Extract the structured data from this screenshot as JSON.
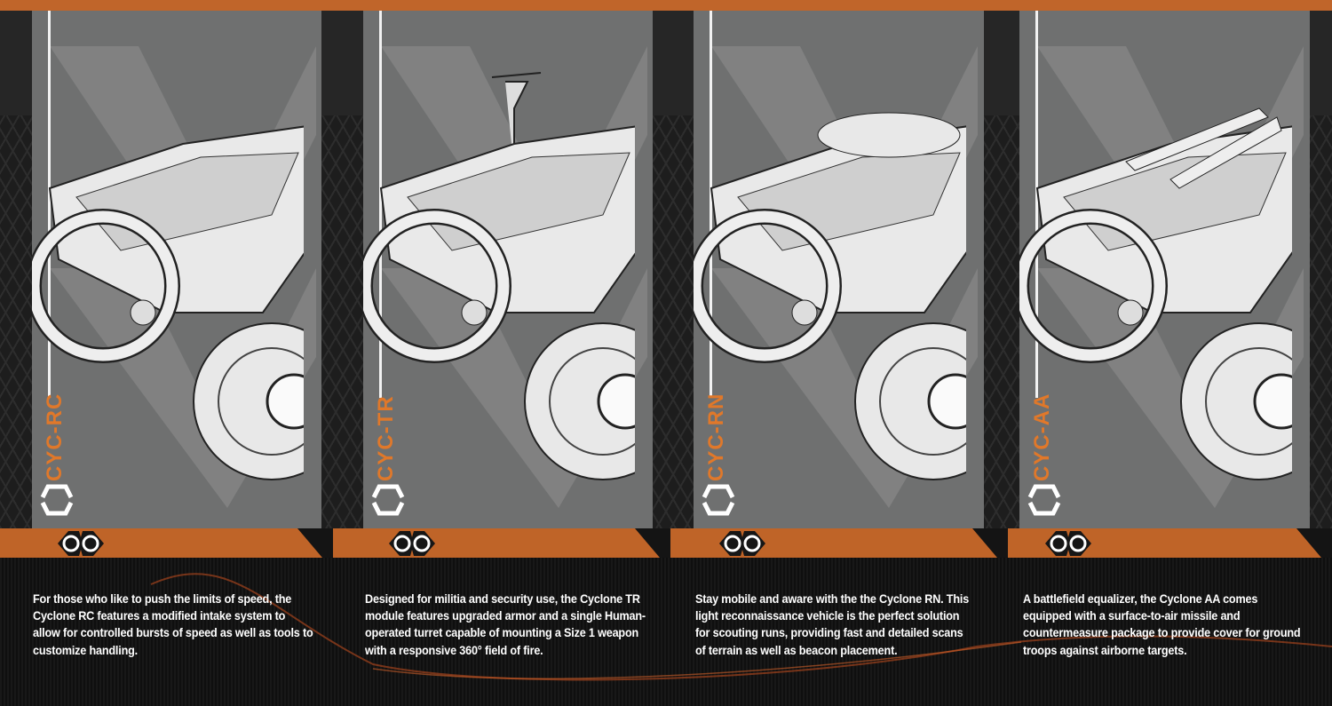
{
  "variants": [
    {
      "code": "CYC-RC",
      "description": "For those who like to push the limits of speed, the Cyclone RC features a modified intake system to allow for controlled bursts of speed as well as tools to customize handling."
    },
    {
      "code": "CYC-TR",
      "description": "Designed for militia and security use, the Cyclone TR module features upgraded armor and a single Human-operated turret capable of mounting a Size 1 weapon with a responsive 360° field of fire."
    },
    {
      "code": "CYC-RN",
      "description": "Stay mobile and aware with the the Cyclone RN. This light reconnaissance vehicle is the perfect solution for scouting runs, providing fast and detailed scans of terrain as well as beacon placement."
    },
    {
      "code": "CYC-AA",
      "description": "A battlefield equalizer, the Cyclone AA comes equipped with a surface-to-air missile and countermeasure package to provide cover for ground troops against airborne targets."
    }
  ],
  "colors": {
    "accent": "#c0652a",
    "label": "#e0782a",
    "panel": "#6f7070"
  }
}
